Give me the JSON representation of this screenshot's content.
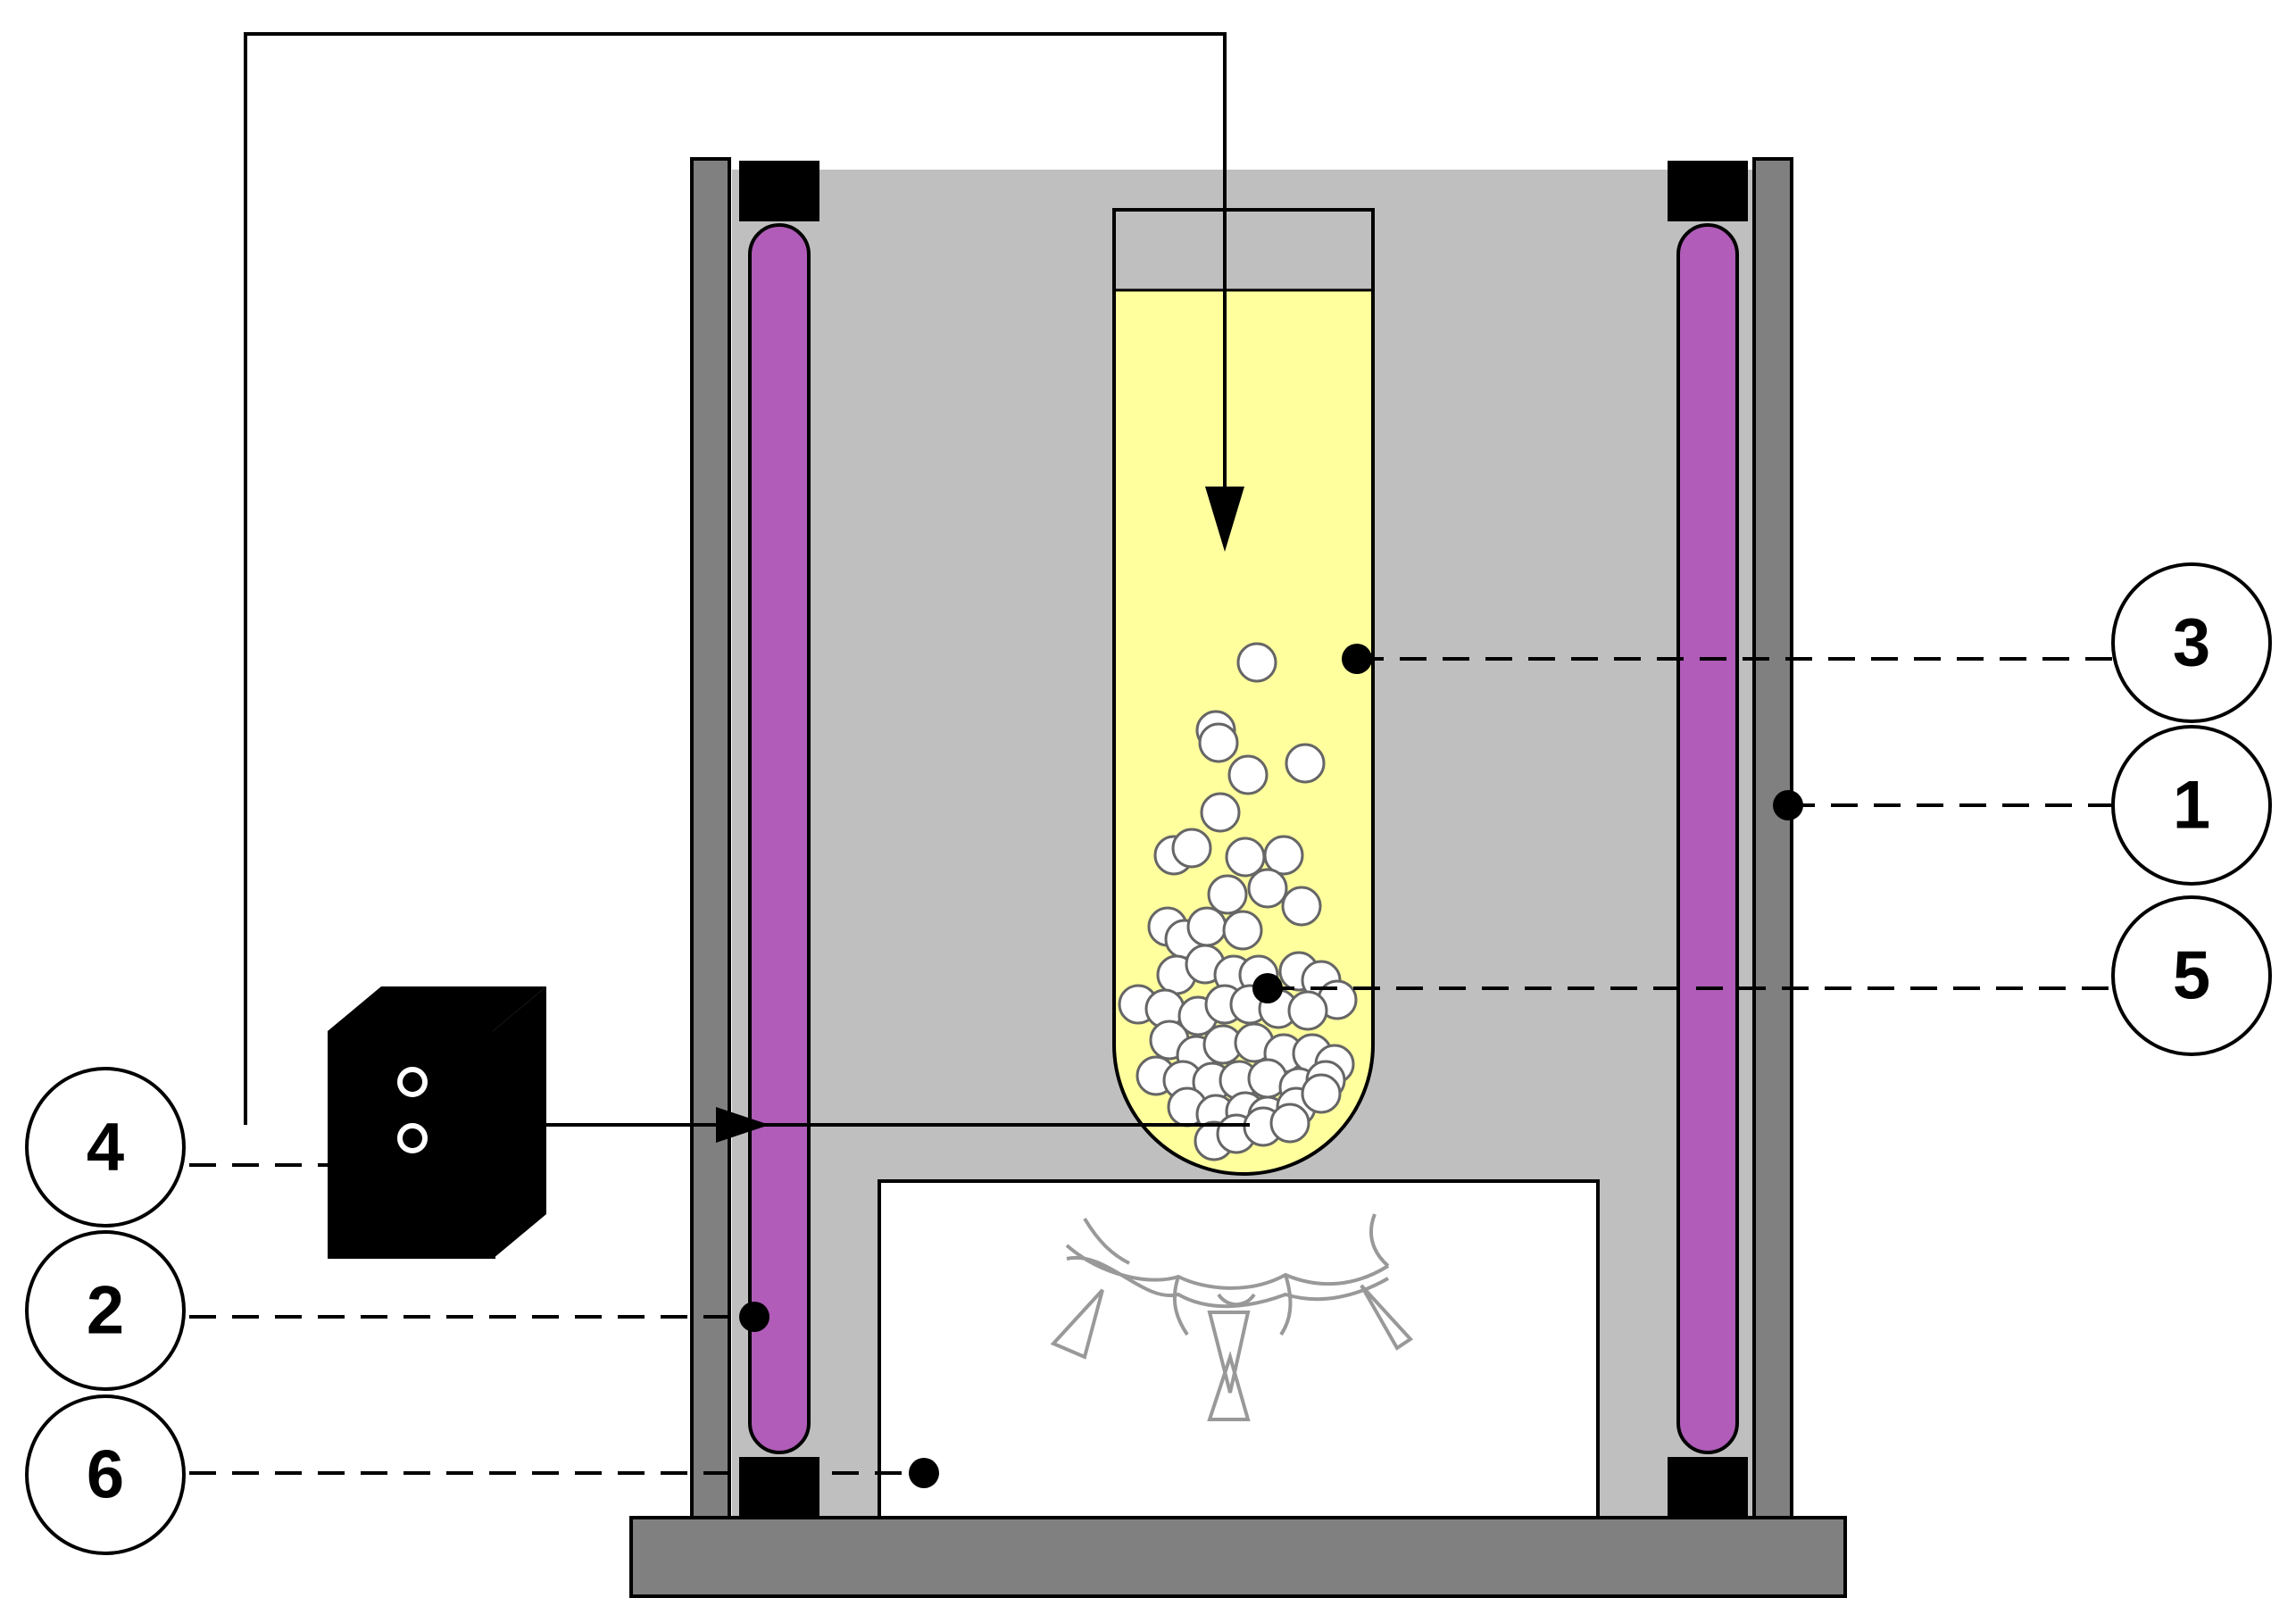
{
  "callouts": [
    {
      "label": "1"
    },
    {
      "label": "2"
    },
    {
      "label": "3"
    },
    {
      "label": "4"
    },
    {
      "label": "5"
    },
    {
      "label": "6"
    }
  ],
  "colors": {
    "chamber_fill": "#bfbfbf",
    "wall": "#808080",
    "lamp": "#b05cb8",
    "lamp_cap": "#000000",
    "solution": "#ffff9e",
    "base": "#808080",
    "pump": "#000000",
    "beads": "#ffffff",
    "stirrer": "#ffffff"
  },
  "icons": {
    "pump": "pump-icon",
    "magnetic_stirrer": "magnetic-stirrer-icon",
    "stir_bar_swirl": "stir-pattern-icon"
  }
}
